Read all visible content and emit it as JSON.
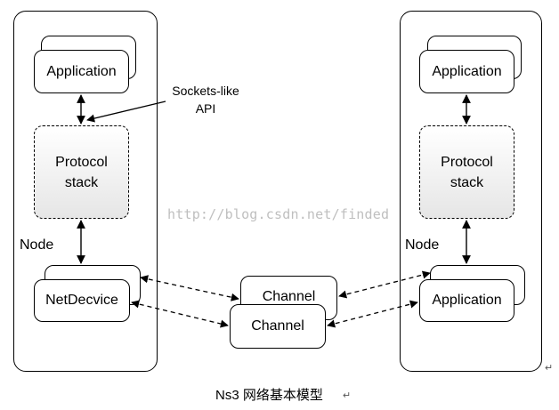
{
  "left_node": {
    "application": "Application",
    "protocol_stack": "Protocol\nstack",
    "node_label": "Node",
    "device": "NetDecvice"
  },
  "right_node": {
    "application": "Application",
    "protocol_stack": "Protocol\nstack",
    "node_label": "Node",
    "device": "Application"
  },
  "channels": {
    "back": "Channel",
    "front": "Channel"
  },
  "api_label": "Sockets-like\nAPI",
  "watermark": "http://blog.csdn.net/finded",
  "caption": "Ns3  网络基本模型",
  "para_mark": "↵"
}
